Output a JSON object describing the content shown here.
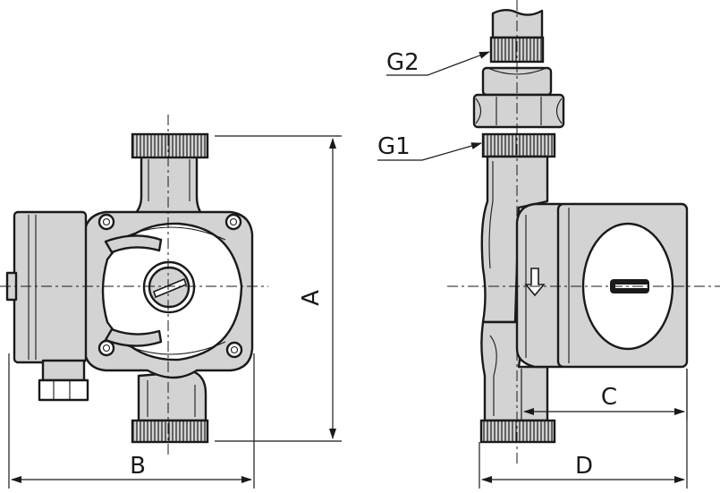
{
  "labels": {
    "dim_a": "A",
    "dim_b": "B",
    "dim_c": "C",
    "dim_d": "D",
    "thread_g1": "G1",
    "thread_g2": "G2"
  },
  "colors": {
    "line": "#1a1a1a",
    "body_fill": "#d3d3d3",
    "background": "#ffffff"
  }
}
